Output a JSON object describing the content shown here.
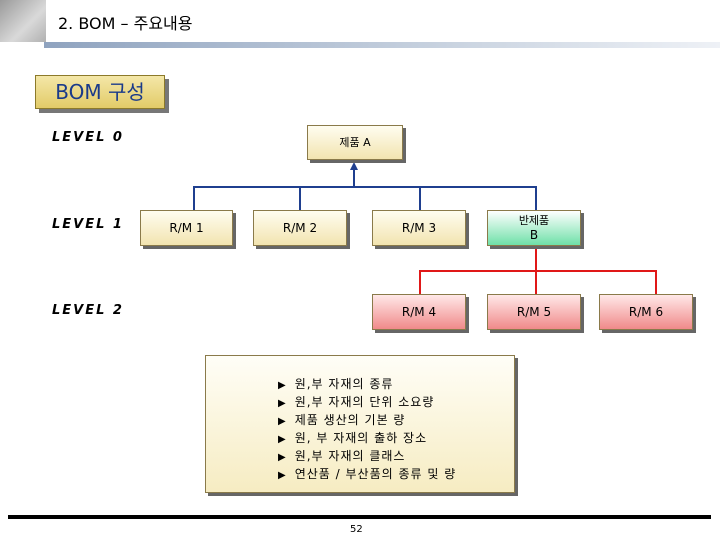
{
  "header": {
    "title": "2. BOM – 주요내용"
  },
  "section_label": "BOM 구성",
  "levels": [
    "LEVEL 0",
    "LEVEL 1",
    "LEVEL 2"
  ],
  "nodes": {
    "product_a": "제품 A",
    "rm1": "R/M 1",
    "rm2": "R/M 2",
    "rm3": "R/M 3",
    "semi_b_line1": "반제품",
    "semi_b_line2": "B",
    "rm4": "R/M 4",
    "rm5": "R/M 5",
    "rm6": "R/M 6"
  },
  "bullets": [
    "원,부 자재의 종류",
    "원,부 자재의 단위 소요량",
    "제품 생산의 기본 량",
    "원, 부 자재의 출하 장소",
    "원,부 자재의 클래스",
    "연산품 / 부산품의 종류 및 량"
  ],
  "bullet_symbol": "▶",
  "page_number": "52",
  "colors": {
    "connector_blue": "#1f3f8f",
    "connector_red": "#e01818",
    "label_text": "#1a3a8a"
  }
}
